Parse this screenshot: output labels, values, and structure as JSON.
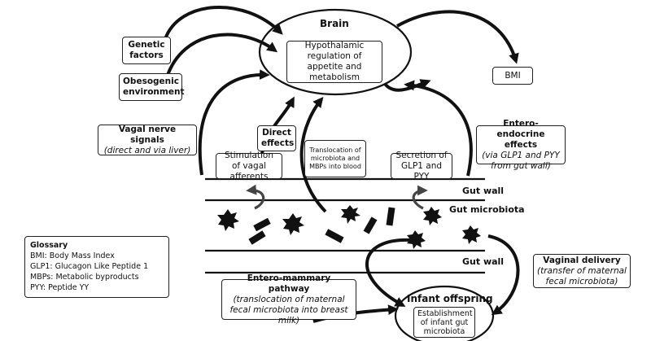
{
  "nodes": {
    "brain": "Brain",
    "hypothalamic": "Hypothalamic regulation of appetite and metabolism",
    "genetic": "Genetic factors",
    "obesogenic": "Obesogenic environment",
    "bmi": "BMI",
    "vagal_signals_title": "Vagal nerve signals",
    "vagal_signals_sub": "(direct and via liver)",
    "direct_effects": "Direct effects",
    "translocation": "Translocation of microbiota and MBPs into blood",
    "entero_endocrine_title": "Entero-endocrine effects",
    "entero_endocrine_sub": "(via GLP1 and PYY from gut wall)",
    "stim_vagal": "Stimulation of vagal afferents",
    "secretion": "Secretion of GLP1 and PYY",
    "gut_wall_top": "Gut wall",
    "gut_microbiota": "Gut microbiota",
    "gut_wall_bottom": "Gut wall",
    "vaginal_title": "Vaginal delivery",
    "vaginal_sub": "(transfer of maternal fecal microbiota)",
    "entero_mammary_title": "Entero-mammary pathway",
    "entero_mammary_sub": "(translocation of maternal fecal microbiota into breast milk)",
    "infant": "Infant offspring",
    "establishment": "Establishment of infant gut microbiota"
  },
  "glossary": {
    "title": "Glossary",
    "items": [
      "BMI: Body Mass Index",
      "GLP1: Glucagon Like Peptide 1",
      "MBPs: Metabolic byproducts",
      "PYY: Peptide YY"
    ]
  },
  "colors": {
    "ink": "#111111",
    "background": "#ffffff"
  }
}
